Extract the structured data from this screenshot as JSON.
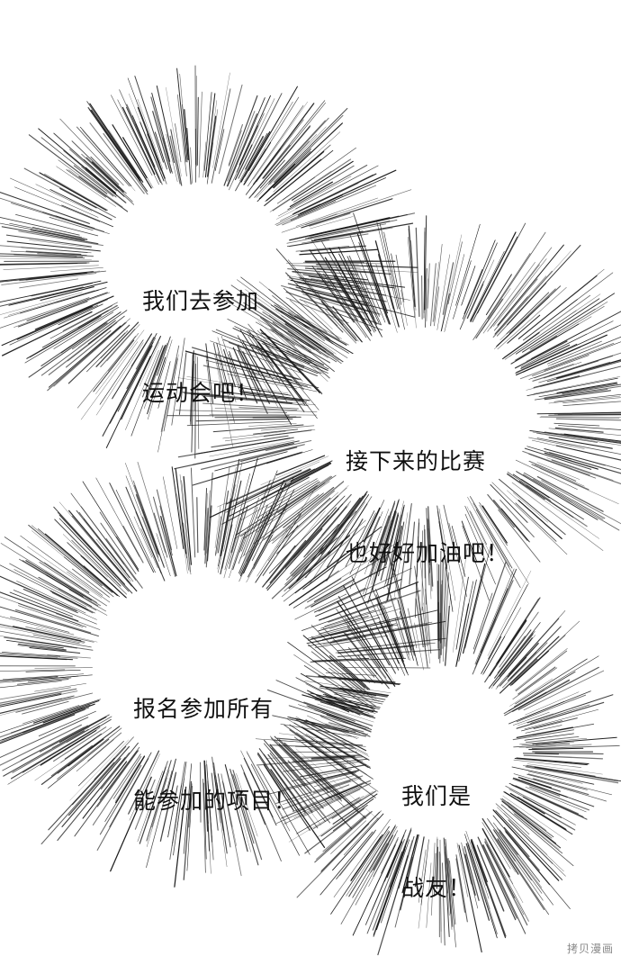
{
  "bubbles": [
    {
      "lines": [
        "我们去参加",
        "运动会吧！"
      ]
    },
    {
      "lines": [
        "接下来的比赛",
        "也好好加油吧！"
      ]
    },
    {
      "lines": [
        "报名参加所有",
        "能参加的项目！"
      ]
    },
    {
      "lines": [
        "我们是",
        "战友！"
      ]
    }
  ],
  "watermark": "拷贝漫画",
  "colors": {
    "background": "#ffffff",
    "lines": "#1a1a1a",
    "text": "#111111"
  }
}
